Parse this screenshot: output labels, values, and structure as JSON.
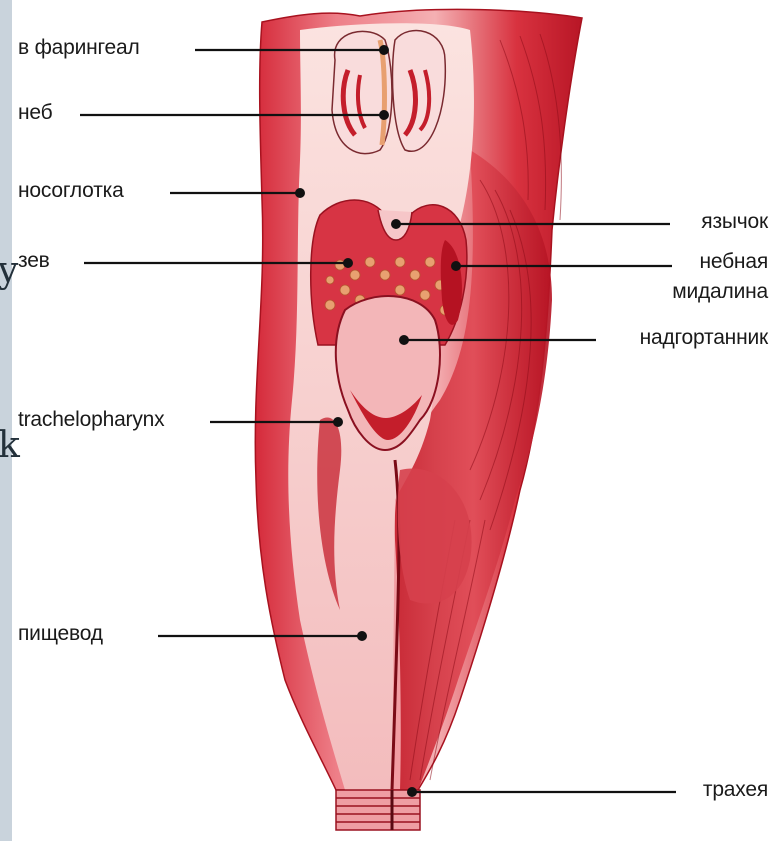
{
  "labels": {
    "v_faringeal": "в фарингеал",
    "neb": "неб",
    "nosoglotka": "носоглотка",
    "zev": "зев",
    "trachelopharynx": "trachelopharynx",
    "pishchevod": "пищевод",
    "yazychok": "язычок",
    "nebnaya_line1": "небная",
    "nebnaya_line2": "мидалина",
    "nadgortannik": "надгортанник",
    "traheya": "трахея"
  },
  "left_strip_glyphs": [
    "y",
    "k"
  ],
  "colors": {
    "tissue_dark": "#c41e2b",
    "tissue_mid": "#e0566a",
    "tissue_light": "#f6c6c8",
    "tissue_pale": "#fbe3e0",
    "tonsil": "#e8a070",
    "line": "#111111",
    "strip": "#c9d3dc"
  }
}
